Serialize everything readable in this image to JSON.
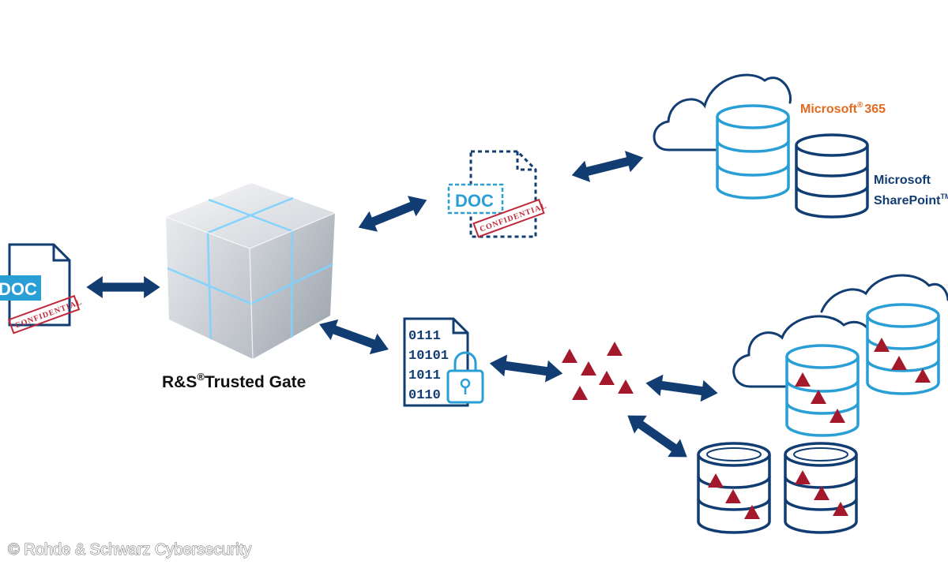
{
  "diagram": {
    "source_doc": {
      "label": "DOC",
      "stamp": "CONFIDENTIAL"
    },
    "gate": {
      "name_prefix": "R&S",
      "reg": "®",
      "name_suffix": "Trusted Gate"
    },
    "virtual_doc": {
      "label": "DOC",
      "stamp": "CONFIDENTIAL"
    },
    "encrypted_file": {
      "lines": [
        "0111",
        "10101",
        "1011",
        "0110"
      ]
    },
    "cloud_targets": {
      "microsoft365": {
        "name": "Microsoft",
        "reg": "®",
        "suffix": "365"
      },
      "sharepoint": {
        "line1": "Microsoft",
        "line2": "SharePoint",
        "tm": "TM"
      }
    },
    "colors": {
      "navy": "#123d72",
      "light_blue": "#2a9fd6",
      "fragment_red": "#a3192b",
      "ms_orange": "#e36a1f"
    }
  },
  "footer": {
    "copyright": "© Rohde & Schwarz Cybersecurity"
  }
}
